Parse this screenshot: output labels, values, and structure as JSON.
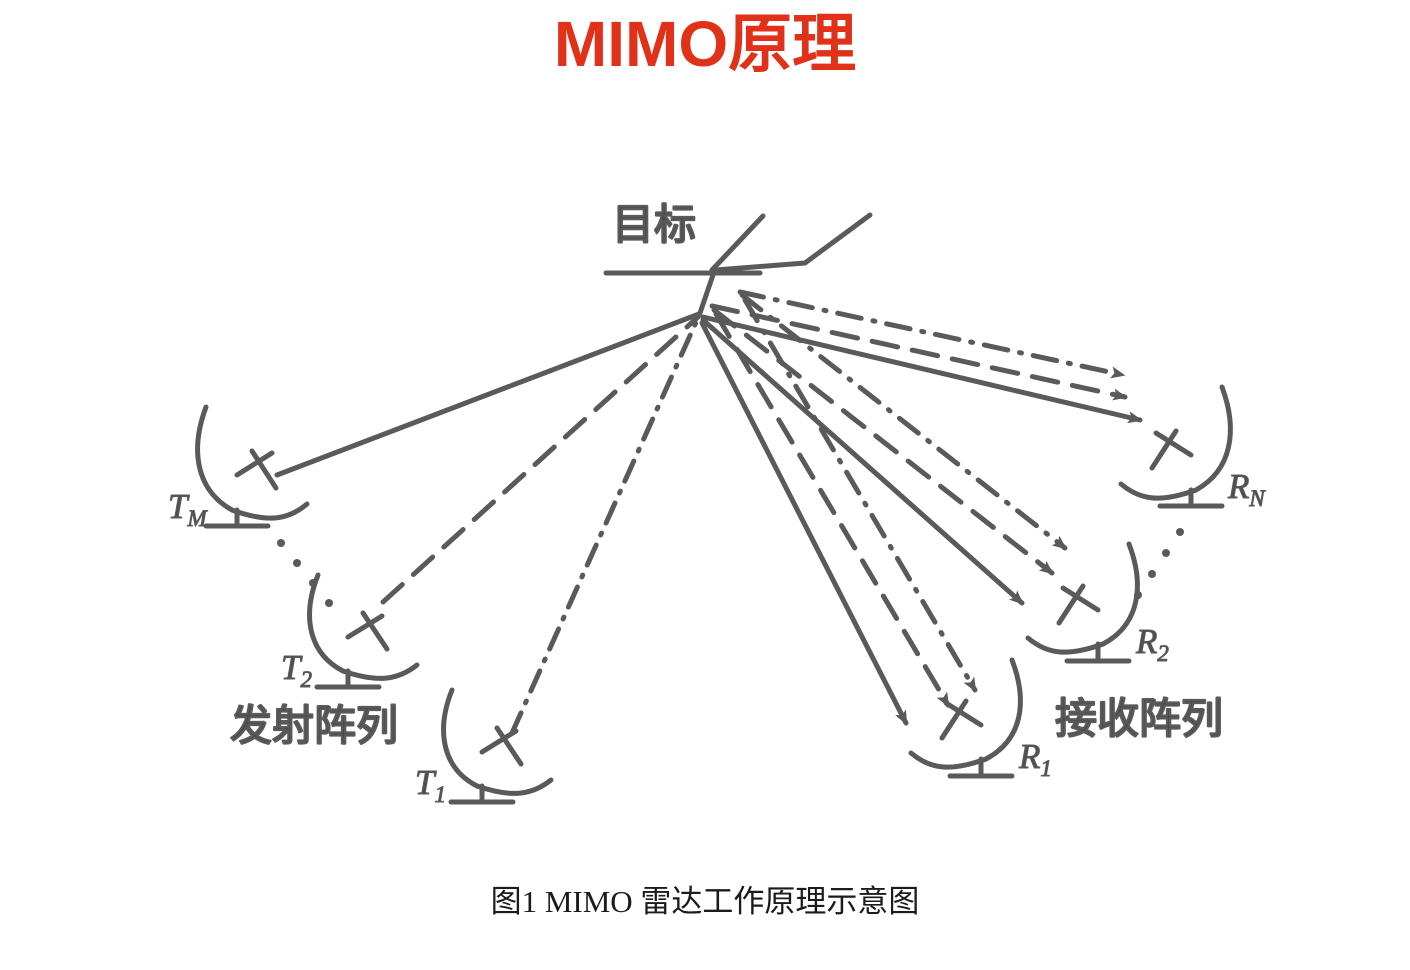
{
  "title": "MIMO原理",
  "caption": "图1  MIMO 雷达工作原理示意图",
  "colors": {
    "title_red": "#e23119",
    "stroke_gray": "#5a5a5a",
    "label_gray": "#4f4f4f",
    "background": "#ffffff"
  },
  "diagram": {
    "target": {
      "label": "目标",
      "description": "aircraft-target-symbol"
    },
    "transmit_array": {
      "group_label": "发射阵列",
      "antennas": [
        {
          "id": "TM",
          "label_main": "T",
          "label_sub": "M",
          "line_style": "solid"
        },
        {
          "id": "T2",
          "label_main": "T",
          "label_sub": "2",
          "line_style": "dashed"
        },
        {
          "id": "T1",
          "label_main": "T",
          "label_sub": "1",
          "line_style": "dash-dot"
        }
      ],
      "ellipsis": "dotted"
    },
    "receive_array": {
      "group_label": "接收阵列",
      "antennas": [
        {
          "id": "RN",
          "label_main": "R",
          "label_sub": "N"
        },
        {
          "id": "R2",
          "label_main": "R",
          "label_sub": "2"
        },
        {
          "id": "R1",
          "label_main": "R",
          "label_sub": "1"
        }
      ],
      "ellipsis": "dotted"
    },
    "ray_styles": [
      "solid",
      "dashed",
      "dash-dot"
    ],
    "scatter_ray_count": 9,
    "incident_ray_count": 3
  }
}
